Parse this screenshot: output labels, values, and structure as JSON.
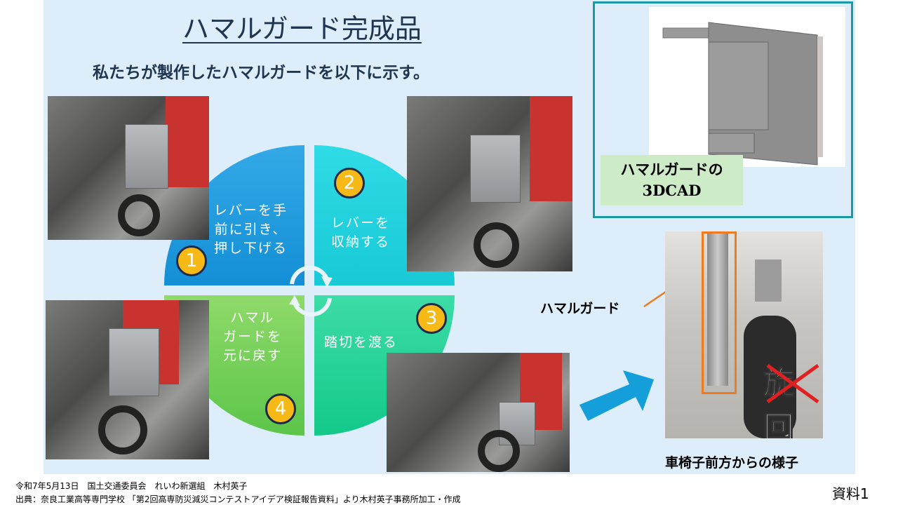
{
  "slide": {
    "title": "ハマルガード完成品",
    "subtitle": "私たちが製作したハマルガードを以下に示す。"
  },
  "steps": [
    {
      "number": "1",
      "label_lines": [
        "レバーを手",
        "前に引き、",
        "押し下げる"
      ],
      "color": "#1e9be0"
    },
    {
      "number": "2",
      "label_lines": [
        "レバーを",
        "収納する"
      ],
      "color": "#22d3df"
    },
    {
      "number": "3",
      "label_lines": [
        "踏切を渡る"
      ],
      "color": "#25d39a"
    },
    {
      "number": "4",
      "label_lines": [
        "ハマル",
        "ガードを",
        "元に戻す"
      ],
      "color": "#6dcc55"
    }
  ],
  "cad": {
    "label_line1": "ハマルガードの",
    "label_line2": "3DCAD"
  },
  "front_view": {
    "callout": "ハマルガード",
    "overlay_text": "旋回",
    "caption": "車椅子前方からの様子"
  },
  "footer": {
    "line1": "令和7年5月13日　国土交通委員会　れいわ新選組　木村英子",
    "line2": "出典：奈良工業高等専門学校 「第2回高専防災減災コンテストアイデア検証報告資料」より木村英子事務所加工・作成",
    "doc_label": "資料1"
  }
}
